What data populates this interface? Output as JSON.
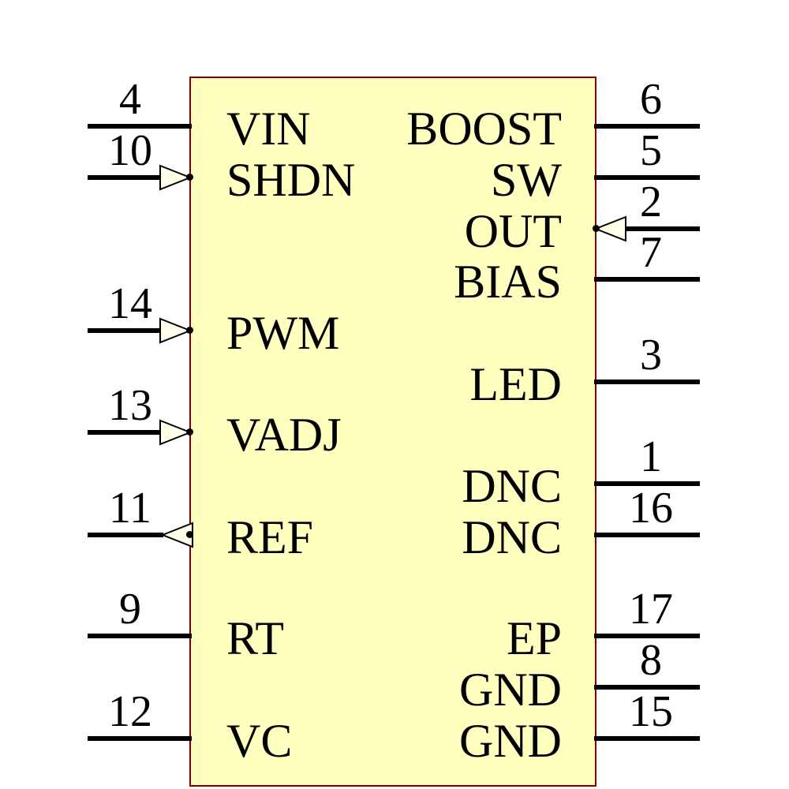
{
  "component": {
    "kind": "schematic-symbol",
    "colors": {
      "body_fill": "#FFFFC0",
      "body_border": "#7F0000",
      "pin_line": "#000000",
      "arrow_fill": "#FFFFEA",
      "text": "#000000"
    },
    "ic": {
      "left_pins": [
        {
          "number": "4",
          "name": "VIN",
          "marker": "none"
        },
        {
          "number": "10",
          "name": "SHDN",
          "marker": "arrow-into-body"
        },
        {
          "number": "14",
          "name": "PWM",
          "marker": "arrow-into-body"
        },
        {
          "number": "13",
          "name": "VADJ",
          "marker": "arrow-into-body"
        },
        {
          "number": "11",
          "name": "REF",
          "marker": "arrow-out-of-body"
        },
        {
          "number": "9",
          "name": "RT",
          "marker": "none"
        },
        {
          "number": "12",
          "name": "VC",
          "marker": "none"
        }
      ],
      "right_pins": [
        {
          "number": "6",
          "name": "BOOST",
          "marker": "none"
        },
        {
          "number": "5",
          "name": "SW",
          "marker": "none"
        },
        {
          "number": "2",
          "name": "OUT",
          "marker": "arrow-into-body"
        },
        {
          "number": "7",
          "name": "BIAS",
          "marker": "none"
        },
        {
          "number": "3",
          "name": "LED",
          "marker": "none"
        },
        {
          "number": "1",
          "name": "DNC",
          "marker": "none"
        },
        {
          "number": "16",
          "name": "DNC",
          "marker": "none"
        },
        {
          "number": "17",
          "name": "EP",
          "marker": "none"
        },
        {
          "number": "8",
          "name": "GND",
          "marker": "none"
        },
        {
          "number": "15",
          "name": "GND",
          "marker": "none"
        }
      ]
    }
  }
}
